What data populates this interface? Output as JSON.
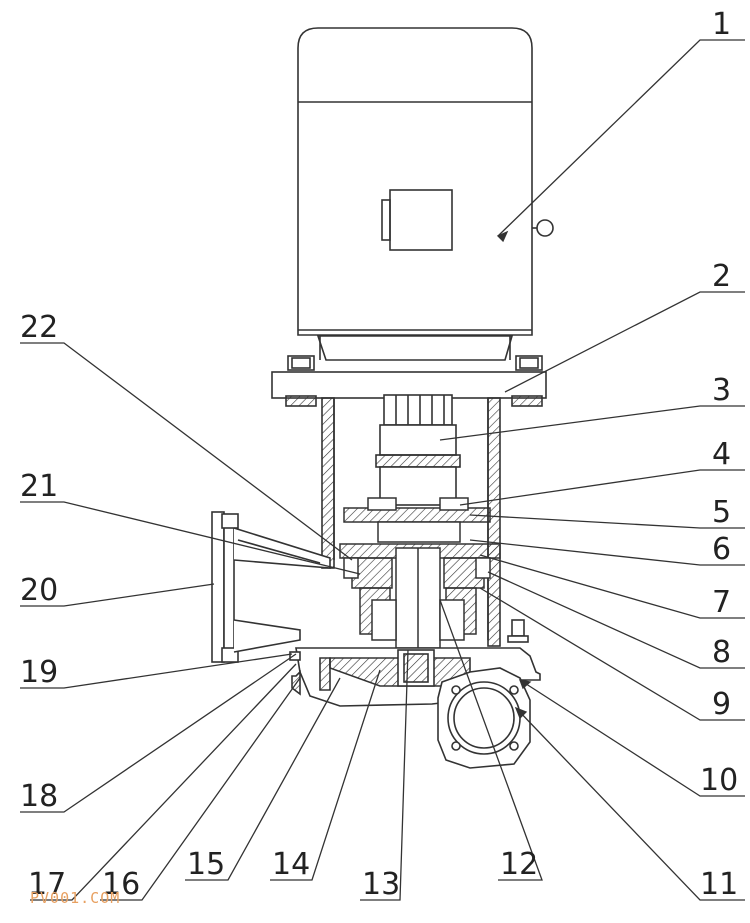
{
  "diagram": {
    "part_numbers": [
      "1",
      "2",
      "3",
      "4",
      "5",
      "6",
      "7",
      "8",
      "9",
      "10",
      "11",
      "12",
      "13",
      "14",
      "15",
      "16",
      "17",
      "18",
      "19",
      "20",
      "21",
      "22"
    ]
  },
  "watermark": "PV001.COM"
}
